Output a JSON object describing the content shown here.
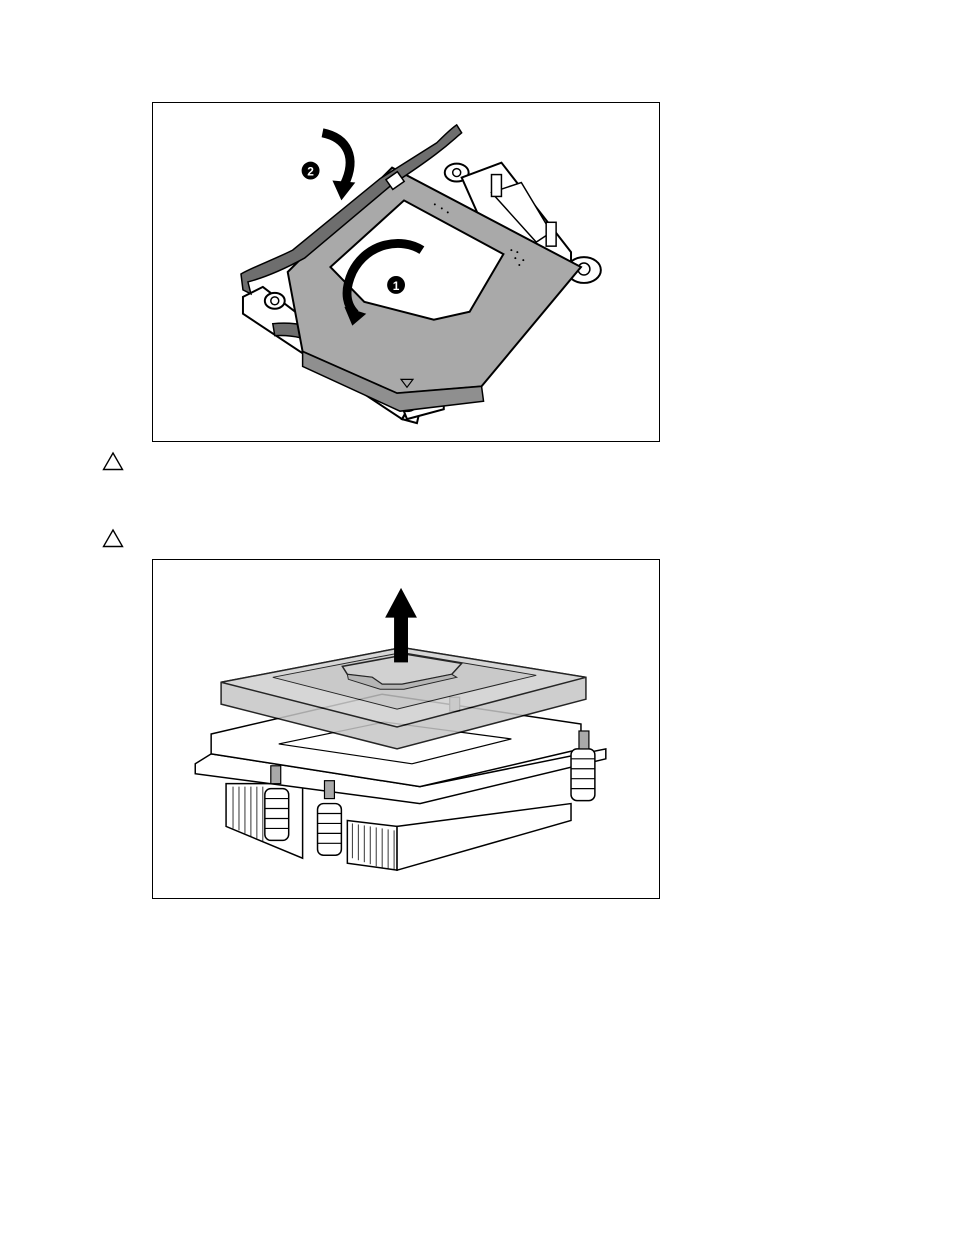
{
  "figures": [
    {
      "id": "cpu-socket-retention-frame",
      "callouts": [
        "1",
        "2"
      ],
      "colors": {
        "frame": "#a9a9a9",
        "lever": "#6e6e6e",
        "outline": "#000000"
      }
    },
    {
      "id": "heatsink-cover-removal",
      "icons": [
        "up-arrow-icon"
      ],
      "colors": {
        "cover": "#c6c6c6",
        "heatsink": "#ffffff",
        "outline": "#000000"
      }
    }
  ],
  "notices": [
    {
      "icon": "caution-triangle-icon"
    },
    {
      "icon": "caution-triangle-icon"
    }
  ]
}
